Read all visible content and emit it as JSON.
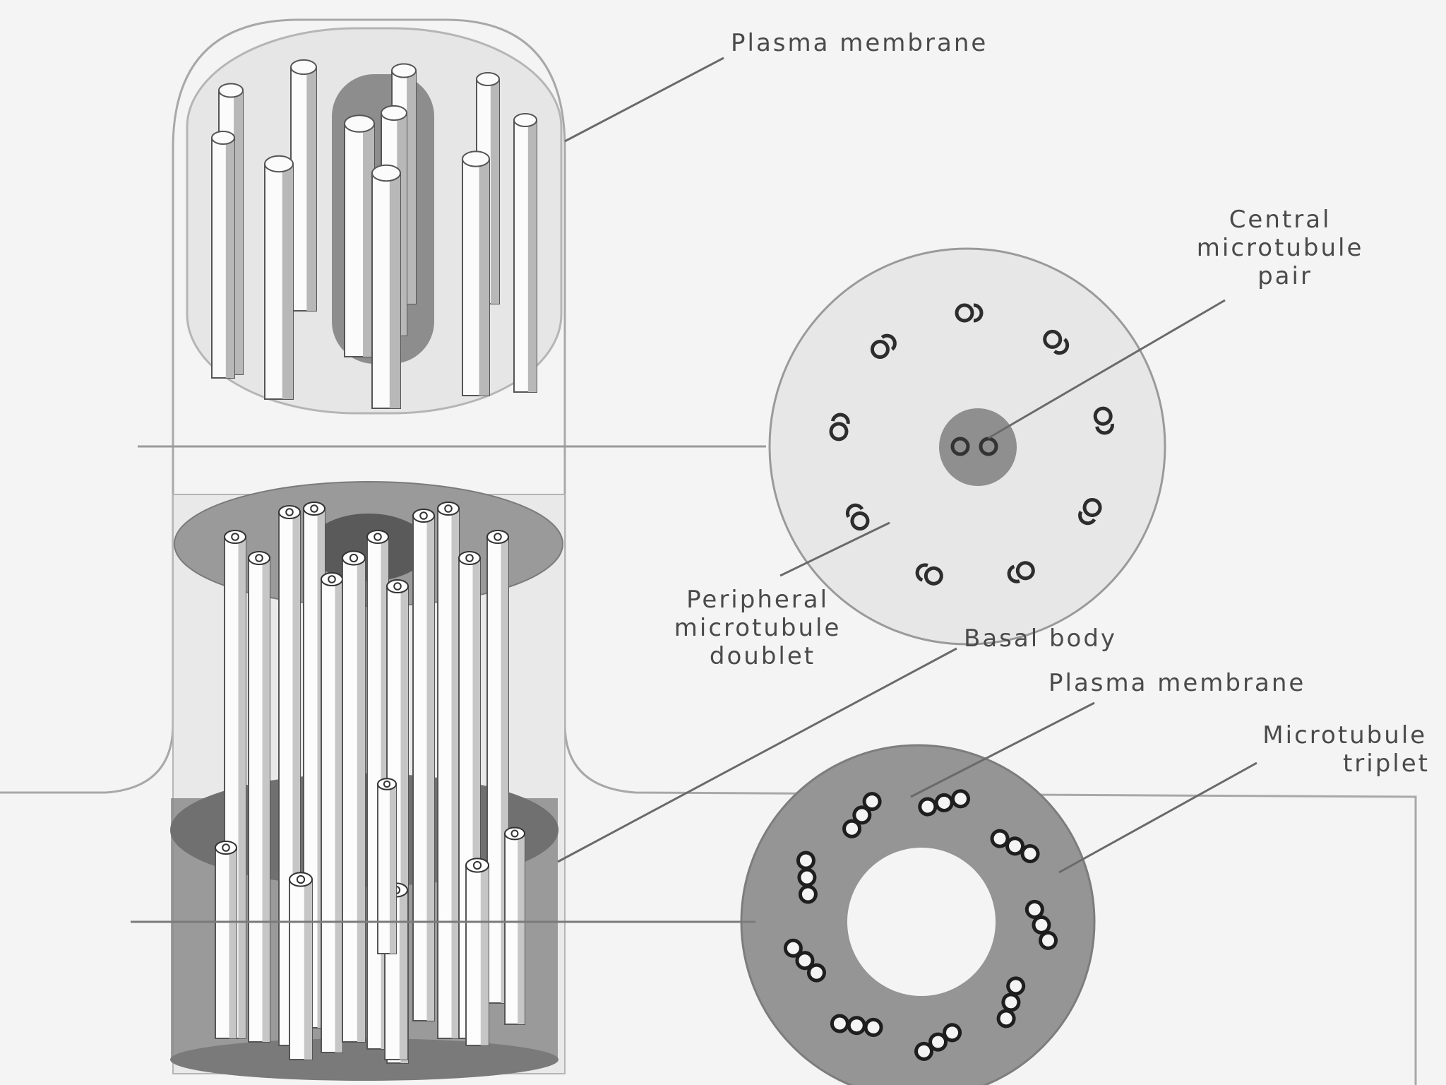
{
  "diagram": {
    "labels": {
      "plasma_membrane_top": "Plasma membrane",
      "central_pair": [
        "Central",
        "microtubule",
        "pair"
      ],
      "peripheral_doublet": [
        "Peripheral",
        "microtubule",
        "doublet"
      ],
      "basal_body": "Basal body",
      "plasma_membrane_bottom": "Plasma membrane",
      "triplet": [
        "Microtubule",
        "triplet"
      ]
    },
    "cross_sections": {
      "axoneme_doublet_count": 9,
      "basal_body_triplet_count": 9
    },
    "colors": {
      "background": "#f4f4f4",
      "membrane_fill": "#e6e6e6",
      "dark_core": "#8a8a8a",
      "basal_ring": "#9a9a9a",
      "tube": "#fafafa",
      "outline": "#555555",
      "leader": "#6a6a6a"
    }
  }
}
